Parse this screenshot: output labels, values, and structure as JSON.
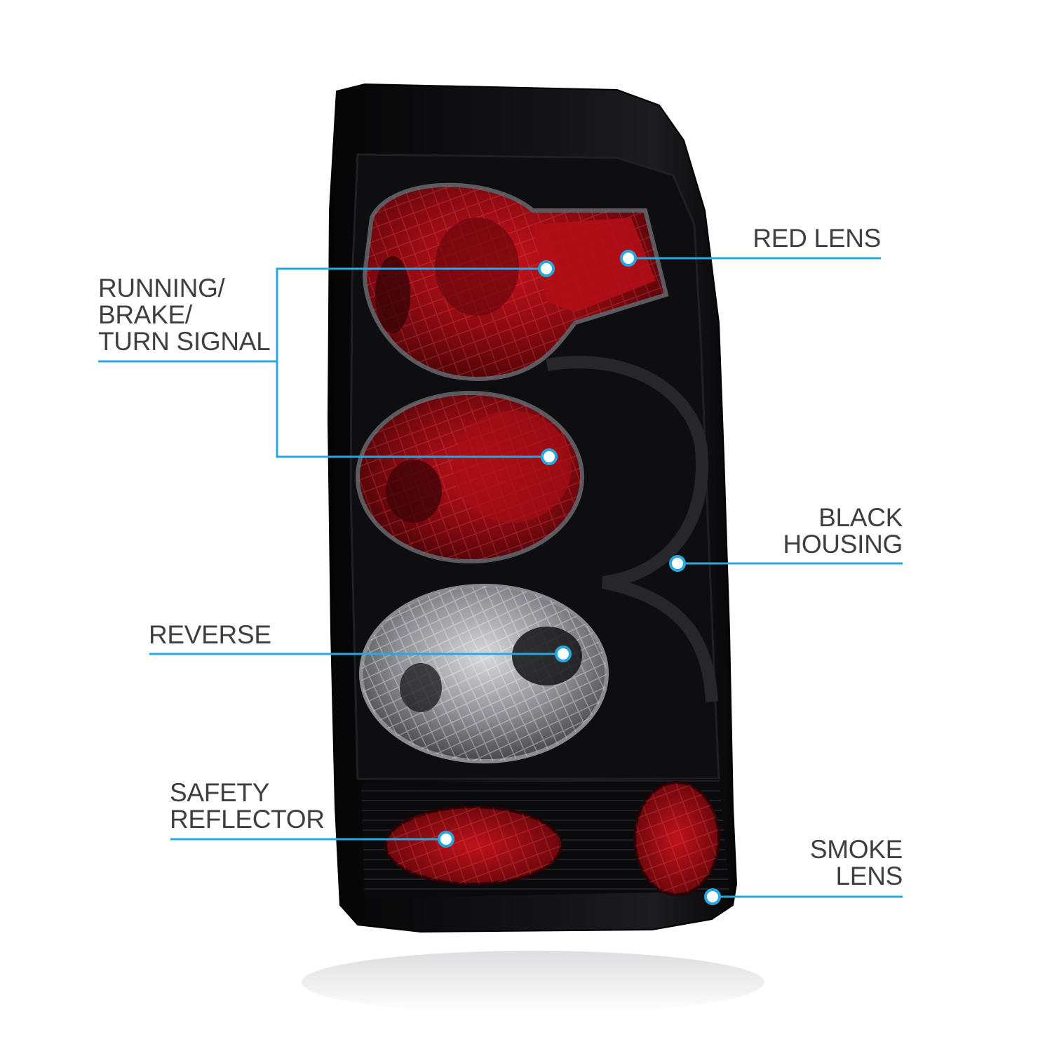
{
  "colors": {
    "leader_line": "#29a8e0",
    "label_text": "#3f3f3f",
    "housing": "#0b0b0d",
    "red_lens": "#8c0a12",
    "reverse_lens": "#b9b9bd"
  },
  "labels": {
    "running_brake_turn": [
      "RUNNING/",
      "BRAKE/",
      "TURN SIGNAL"
    ],
    "reverse": [
      "REVERSE"
    ],
    "safety_reflector": [
      "SAFETY",
      "REFLECTOR"
    ],
    "red_lens": [
      "RED LENS"
    ],
    "black_housing": [
      "BLACK",
      "HOUSING"
    ],
    "smoke_lens": [
      "SMOKE",
      "LENS"
    ]
  }
}
